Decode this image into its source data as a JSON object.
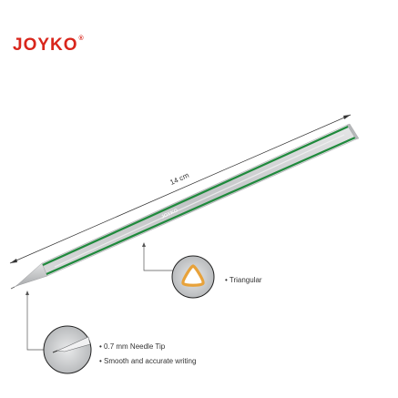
{
  "brand": {
    "logo_text": "JOYKO",
    "logo_mark": "®",
    "pen_imprint": "JOYKO"
  },
  "dimension": {
    "length_label": "14 cm"
  },
  "features": {
    "body_shape": "• Triangular",
    "tip_line1": "• 0.7 mm Needle Tip",
    "tip_line2": "• Smooth and accurate writing"
  },
  "colors": {
    "logo_red": "#d9261c",
    "pen_green": "#1f8a3c",
    "pen_grey": "#c9cbcc",
    "triangle_orange": "#e8a23a"
  }
}
